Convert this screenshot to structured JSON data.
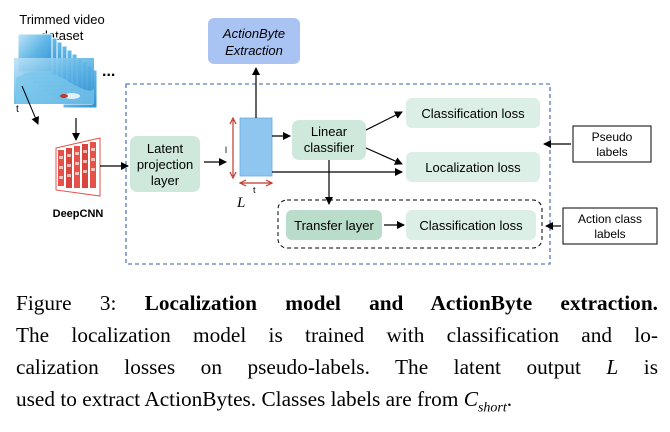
{
  "diagram": {
    "dataset_label_line1": "Trimmed video",
    "dataset_label_line2": "dataset",
    "dots": "...",
    "time_label": "t",
    "deepcnn_label": "DeepCNN",
    "actionbyte_line1": "ActionByte",
    "actionbyte_line2": "Extraction",
    "latent_line1": "Latent",
    "latent_line2": "projection",
    "latent_line3": "layer",
    "L_label": "L",
    "l_dim": "l",
    "t_dim": "t",
    "linear_line1": "Linear",
    "linear_line2": "classifier",
    "cls_loss": "Classification loss",
    "loc_loss": "Localization loss",
    "transfer_layer": "Transfer layer",
    "cls_loss2": "Classification loss",
    "pseudo_line1": "Pseudo",
    "pseudo_line2": "labels",
    "action_line1": "Action class",
    "action_line2": "labels",
    "colors": {
      "green_box": "#dcefe6",
      "green_box_dark": "#b9dccb",
      "blue_box": "#a9c3f2",
      "latent_fill": "#8fc6f0",
      "dashed_outline": "#3a5fb0",
      "deepcnn_red": "#e4524a"
    }
  },
  "caption": {
    "prefix": "Figure 3: ",
    "title": "Localization model and ActionByte extraction",
    "title_end": ".",
    "line1_rest": "The localization model is trained with classification and lo-",
    "line2": "calization losses on pseudo-labels.  The latent output ",
    "L": "L",
    "line2_end": " is",
    "line3": "used to extract ActionBytes. Classes labels are from ",
    "C": "C",
    "C_sub": "short",
    "line3_end": "."
  }
}
